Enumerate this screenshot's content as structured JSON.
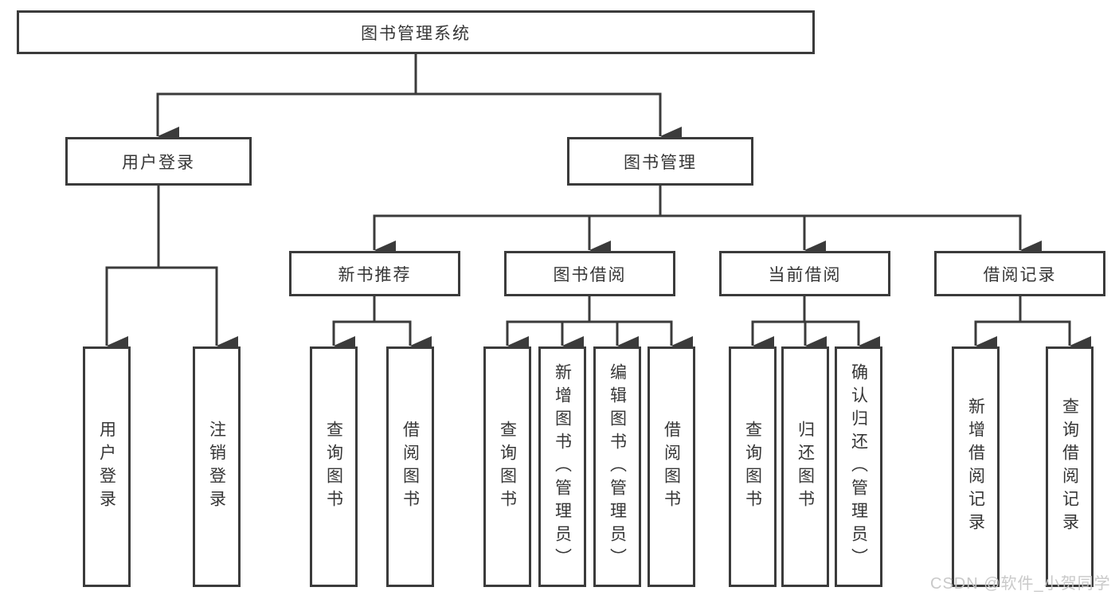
{
  "diagram": {
    "root": {
      "label": "图书管理系统"
    },
    "level2": {
      "user_login": {
        "label": "用户登录"
      },
      "book_management": {
        "label": "图书管理"
      }
    },
    "level3": {
      "new_book_recommend": {
        "label": "新书推荐"
      },
      "book_borrow": {
        "label": "图书借阅"
      },
      "current_borrow": {
        "label": "当前借阅"
      },
      "borrow_records": {
        "label": "借阅记录"
      }
    },
    "leaves": {
      "login": {
        "label": "用户登录"
      },
      "logout": {
        "label": "注销登录"
      },
      "recommend_query": {
        "label": "查询图书"
      },
      "recommend_borrow": {
        "label": "借阅图书"
      },
      "borrow_query": {
        "label": "查询图书"
      },
      "borrow_add": {
        "label": "新增图书（管理员）"
      },
      "borrow_edit": {
        "label": "编辑图书（管理员）"
      },
      "borrow_lend": {
        "label": "借阅图书"
      },
      "current_query": {
        "label": "查询图书"
      },
      "current_return": {
        "label": "归还图书"
      },
      "current_confirm": {
        "label": "确认归还（管理员）"
      },
      "records_add": {
        "label": "新增借阅记录"
      },
      "records_query": {
        "label": "查询借阅记录"
      }
    }
  },
  "watermark": {
    "text": "CSDN @软件_小贺同学"
  },
  "colors": {
    "line": "#3b3b3b",
    "text": "#363636",
    "background": "#ffffff",
    "watermark": "#c6c6c6"
  }
}
